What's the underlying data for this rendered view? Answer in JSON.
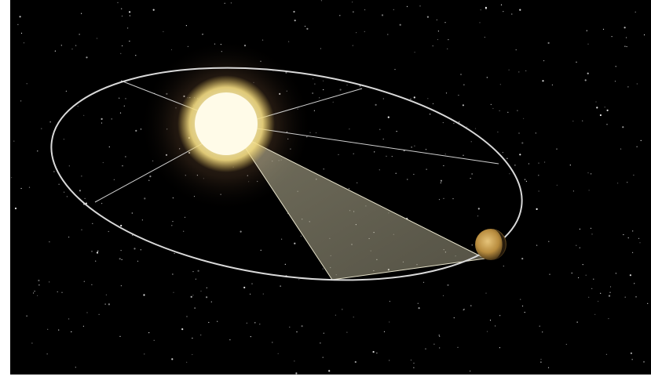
{
  "colors": {
    "space": "#000000",
    "orbit": "#d9d9d9",
    "sector_fill": "#b8b49a",
    "sun_core": "#fffbe8",
    "sun_glow": "#f2d97a",
    "sun_halo": "#7a5a3a",
    "planet": "#c9a45a",
    "planet_shadow": "#2a1e10",
    "stars": "#ffffff"
  },
  "elements": {
    "orbit": "elliptical-orbit",
    "star": "sun",
    "body": "planet",
    "highlighted_area": "swept-area-sector",
    "spokes": "equal-area-radial-lines"
  }
}
